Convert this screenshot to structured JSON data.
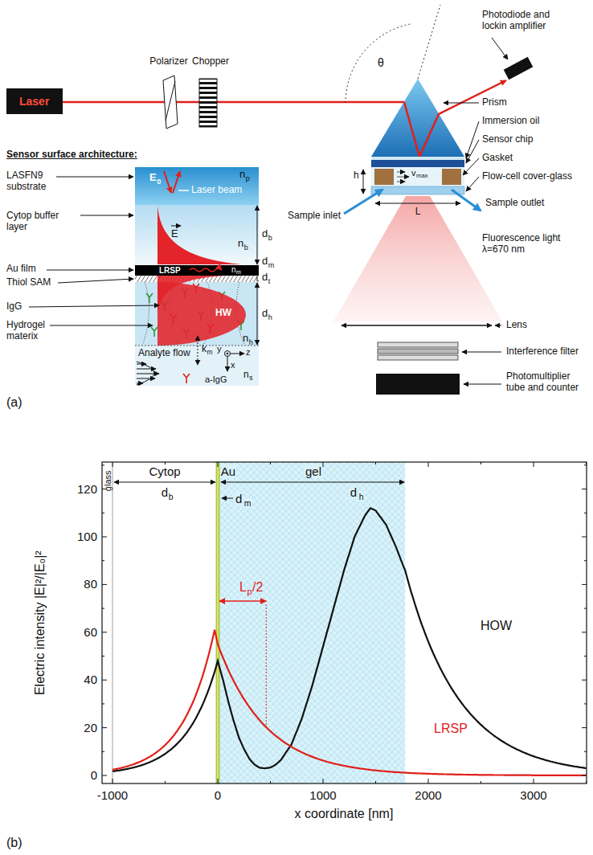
{
  "diagram": {
    "nodes": [
      {
        "text": [
          "Laser"
        ]
      }
    ],
    "labels": [
      "Polarizer",
      "Chopper",
      "θ",
      "Photodiode and lockin amplifier",
      "Prism",
      "Immersion oil",
      "Sensor chip",
      "Gasket",
      "Flow-cell cover-glass",
      "h",
      "v",
      "max",
      "Sample outlet",
      "Sample inlet",
      "L",
      "Fluorescence light λ=670 nm",
      "Lens",
      "Interference filter",
      "Photomultiplier tube and counter",
      "Sensor surface architecture:",
      "LASFN9 substrate",
      "Cytop buffer layer",
      "Au film",
      "Thiol SAM",
      "IgG",
      "Hydrogel materix",
      "E",
      "0",
      "Laser beam",
      "n",
      "p",
      "E",
      "n",
      "b",
      "d",
      "b",
      "d",
      "m",
      "n",
      "m",
      "d",
      "t",
      "LRSP",
      "HW",
      "d",
      "h",
      "n",
      "h",
      "Analyte flow",
      "k",
      "m",
      "y",
      "z",
      "x",
      "n",
      "s",
      "a-IgG",
      "(a)",
      "glass",
      "Cytop",
      "Au",
      "gel",
      "d",
      "b",
      "d",
      "m",
      "d",
      "h",
      "L",
      "p",
      "/2",
      "HOW",
      "LRSP",
      "0",
      "20",
      "40",
      "60",
      "80",
      "100",
      "120",
      "-1000",
      "0",
      "1000",
      "2000",
      "3000",
      "Electric intensity |E|²/|E₀|²",
      "x coordinate [nm]",
      "(b)"
    ]
  }
}
